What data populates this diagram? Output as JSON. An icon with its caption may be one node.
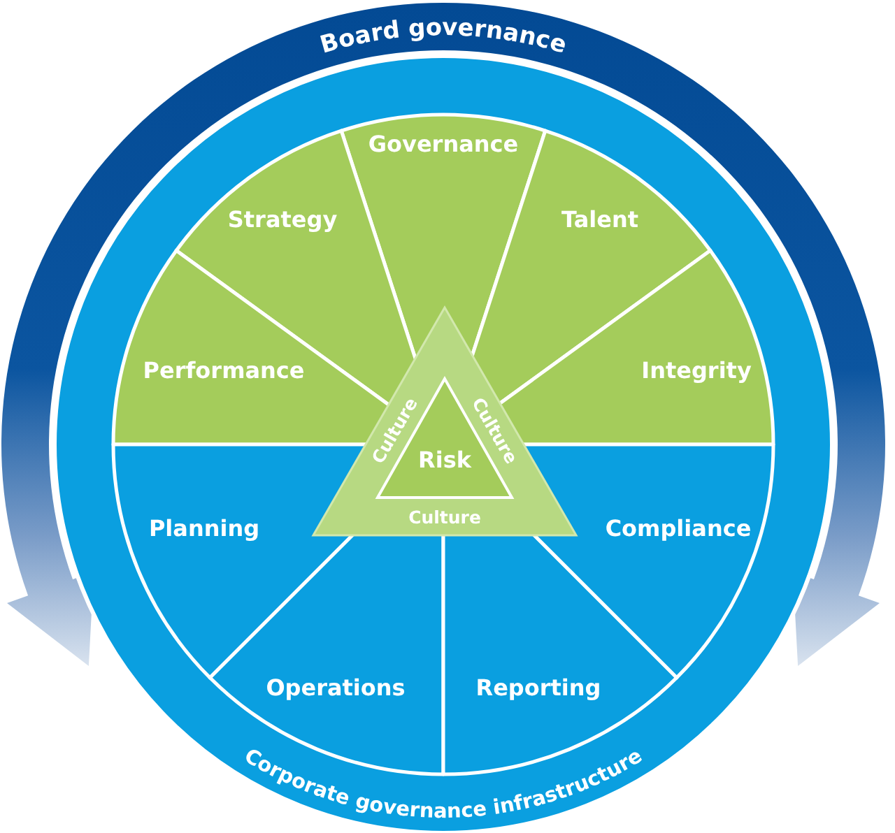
{
  "diagram": {
    "nodes": [
      {
        "text": [
          "Board governance"
        ]
      },
      {
        "text": [
          "Corporate governance infrastructure"
        ]
      },
      {
        "text": [
          "Governance"
        ],
        "in": 1
      },
      {
        "text": [
          "Strategy"
        ],
        "in": 1
      },
      {
        "text": [
          "Talent"
        ],
        "in": 1
      },
      {
        "text": [
          "Performance"
        ],
        "in": 1
      },
      {
        "text": [
          "Integrity"
        ],
        "in": 1
      },
      {
        "text": [
          "Culture",
          "Culture",
          "Culture"
        ],
        "in": 1
      },
      {
        "text": [
          "Risk"
        ],
        "in": 7
      },
      {
        "text": [
          "Planning"
        ],
        "in": 1
      },
      {
        "text": [
          "Compliance"
        ],
        "in": 1
      },
      {
        "text": [
          "Operations"
        ],
        "in": 1
      },
      {
        "text": [
          "Reporting"
        ],
        "in": 1
      }
    ]
  }
}
